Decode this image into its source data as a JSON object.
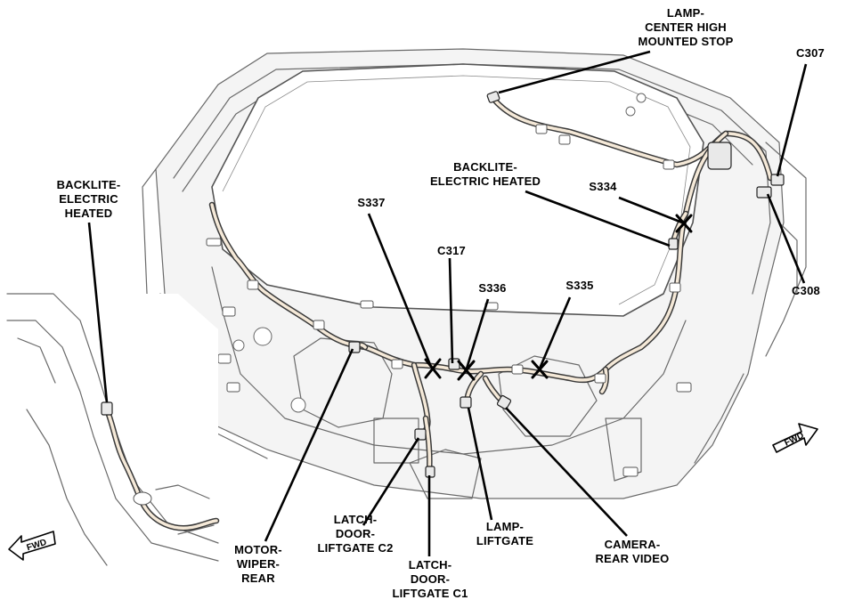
{
  "labels": {
    "lamp_chmsl": "LAMP-\nCENTER HIGH\nMOUNTED STOP",
    "c307": "C307",
    "c308": "C308",
    "backlite_inset": "BACKLITE-\nELECTRIC\nHEATED",
    "backlite_main": "BACKLITE-\nELECTRIC HEATED",
    "s334": "S334",
    "s337": "S337",
    "c317": "C317",
    "s336": "S336",
    "s335": "S335",
    "motor_wiper": "MOTOR-\nWIPER-\nREAR",
    "latch_c2": "LATCH-\nDOOR-\nLIFTGATE C2",
    "latch_c1": "LATCH-\nDOOR-\nLIFTGATE C1",
    "lamp_liftgate": "LAMP-\nLIFTGATE",
    "camera": "CAMERA-\nREAR VIDEO"
  },
  "arrows": {
    "fwd_right": "FWD",
    "fwd_left": "FWD"
  },
  "splices": [
    "S334",
    "S337",
    "S336",
    "S335"
  ]
}
